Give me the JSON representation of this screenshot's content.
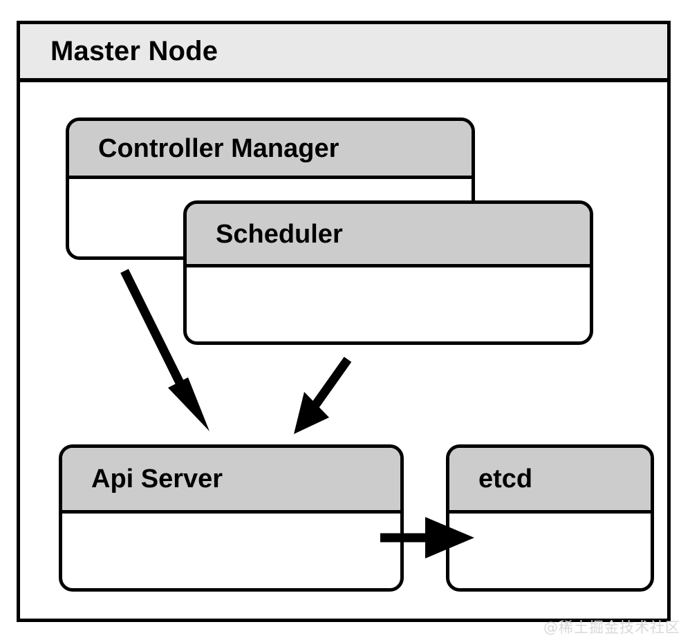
{
  "diagram": {
    "title": "Master Node",
    "type": "kubernetes-architecture",
    "colors": {
      "outline": "#000000",
      "container_header_fill": "#e9e9e9",
      "component_header_fill": "#cccccc",
      "component_body_fill": "#ffffff",
      "page_background": "#ffffff",
      "watermark": "#d8d8d8"
    },
    "container": {
      "label": "Master Node"
    },
    "components": [
      {
        "id": "controller-manager",
        "label": "Controller Manager"
      },
      {
        "id": "scheduler",
        "label": "Scheduler"
      },
      {
        "id": "api-server",
        "label": "Api Server"
      },
      {
        "id": "etcd",
        "label": "etcd"
      }
    ],
    "connections": [
      {
        "id": "cm-to-api",
        "from": "controller-manager",
        "to": "api-server",
        "label": "",
        "style": "solid-arrow"
      },
      {
        "id": "sched-to-api",
        "from": "scheduler",
        "to": "api-server",
        "label": "",
        "style": "solid-arrow"
      },
      {
        "id": "api-to-etcd",
        "from": "api-server",
        "to": "etcd",
        "label": "",
        "style": "solid-arrow"
      }
    ]
  },
  "watermark": {
    "text": "@稀土掘金技术社区"
  }
}
